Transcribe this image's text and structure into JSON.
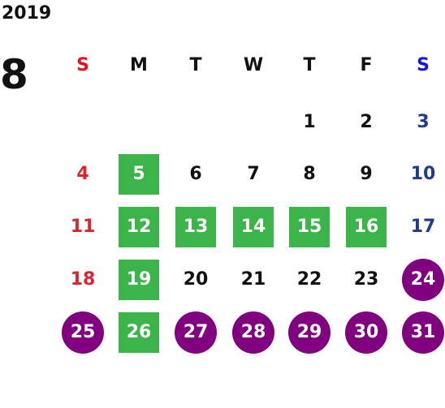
{
  "calendar": {
    "year": "2019",
    "month": "8",
    "weekdays": [
      "S",
      "M",
      "T",
      "W",
      "T",
      "F",
      "S"
    ],
    "colors": {
      "sunday_header": "#e0141e",
      "saturday_header": "#1414e0",
      "sunday_day": "#d9262c",
      "saturday_day": "#1f3a8f",
      "green_highlight": "#3bb44a",
      "purple_highlight": "#800080"
    },
    "weeks": [
      [
        null,
        null,
        null,
        null,
        {
          "day": "1",
          "style": "normal"
        },
        {
          "day": "2",
          "style": "normal"
        },
        {
          "day": "3",
          "style": "saturday"
        }
      ],
      [
        {
          "day": "4",
          "style": "sunday"
        },
        {
          "day": "5",
          "style": "green"
        },
        {
          "day": "6",
          "style": "normal"
        },
        {
          "day": "7",
          "style": "normal"
        },
        {
          "day": "8",
          "style": "normal"
        },
        {
          "day": "9",
          "style": "normal"
        },
        {
          "day": "10",
          "style": "saturday"
        }
      ],
      [
        {
          "day": "11",
          "style": "sunday"
        },
        {
          "day": "12",
          "style": "green"
        },
        {
          "day": "13",
          "style": "green"
        },
        {
          "day": "14",
          "style": "green"
        },
        {
          "day": "15",
          "style": "green"
        },
        {
          "day": "16",
          "style": "green"
        },
        {
          "day": "17",
          "style": "saturday"
        }
      ],
      [
        {
          "day": "18",
          "style": "sunday"
        },
        {
          "day": "19",
          "style": "green"
        },
        {
          "day": "20",
          "style": "normal"
        },
        {
          "day": "21",
          "style": "normal"
        },
        {
          "day": "22",
          "style": "normal"
        },
        {
          "day": "23",
          "style": "normal"
        },
        {
          "day": "24",
          "style": "purple"
        }
      ],
      [
        {
          "day": "25",
          "style": "purple"
        },
        {
          "day": "26",
          "style": "green"
        },
        {
          "day": "27",
          "style": "purple"
        },
        {
          "day": "28",
          "style": "purple"
        },
        {
          "day": "29",
          "style": "purple"
        },
        {
          "day": "30",
          "style": "purple"
        },
        {
          "day": "31",
          "style": "purple"
        }
      ]
    ]
  }
}
